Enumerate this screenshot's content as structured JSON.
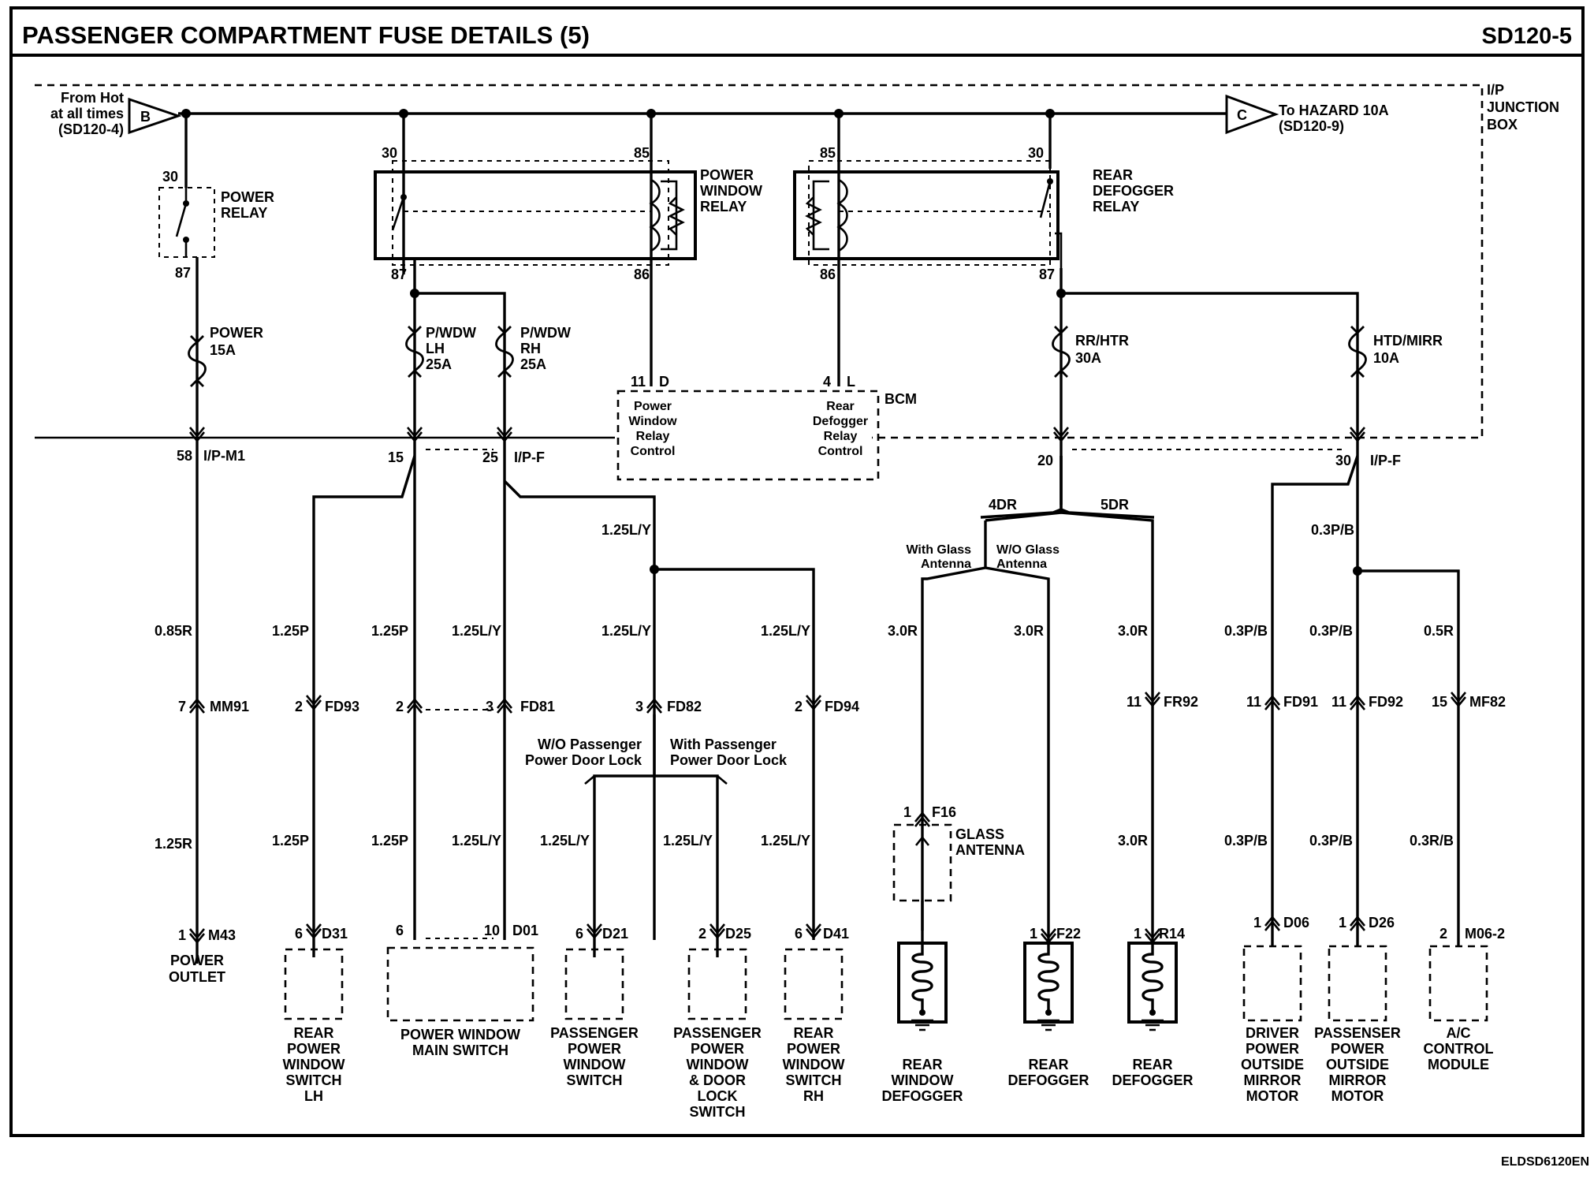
{
  "title": "PASSENGER COMPARTMENT FUSE DETAILS (5)",
  "page_code": "SD120-5",
  "footer_code": "ELDSD6120EN",
  "junction_box_label": [
    "I/P",
    "JUNCTION",
    "BOX"
  ],
  "source": {
    "connector": "B",
    "label": [
      "From Hot",
      "at all times",
      "(SD120-4)"
    ]
  },
  "destination": {
    "connector": "C",
    "label": [
      "To HAZARD 10A",
      "(SD120-9)"
    ]
  },
  "relays": {
    "power": {
      "name": [
        "POWER",
        "RELAY"
      ],
      "pin_top": "30",
      "pin_bottom": "87"
    },
    "power_window": {
      "name": [
        "POWER",
        "WINDOW",
        "RELAY"
      ],
      "pins": [
        "30",
        "85",
        "87",
        "86"
      ]
    },
    "rear_defogger": {
      "name": [
        "REAR",
        "DEFOGGER",
        "RELAY"
      ],
      "pins": [
        "85",
        "30",
        "86",
        "87"
      ]
    }
  },
  "fuses": [
    {
      "name": "POWER",
      "rating": "15A"
    },
    {
      "name": "P/WDW LH",
      "rating": "25A"
    },
    {
      "name": "P/WDW RH",
      "rating": "25A"
    },
    {
      "name": "RR/HTR",
      "rating": "30A"
    },
    {
      "name": "HTD/MIRR",
      "rating": "10A"
    }
  ],
  "bcm": {
    "label": "BCM",
    "pin_d": {
      "pin": "11",
      "letter": "D",
      "text": [
        "Power",
        "Window",
        "Relay",
        "Control"
      ]
    },
    "pin_l": {
      "pin": "4",
      "letter": "L",
      "text": [
        "Rear",
        "Defogger",
        "Relay",
        "Control"
      ]
    }
  },
  "jb_connectors": {
    "ipm1": {
      "pin": "58",
      "name": "I/P-M1"
    },
    "ipf_left": {
      "pins": [
        "15",
        "25"
      ],
      "name": "I/P-F"
    },
    "ipf_right": {
      "pins": [
        "20",
        "30"
      ],
      "name": "I/P-F"
    }
  },
  "variants": {
    "door": [
      "4DR",
      "5DR"
    ],
    "antenna": [
      [
        "With Glass",
        "Antenna"
      ],
      [
        "W/O Glass",
        "Antenna"
      ]
    ],
    "lock": [
      [
        "W/O Passenger",
        "Power Door Lock"
      ],
      [
        "With Passenger",
        "Power Door Lock"
      ]
    ]
  },
  "wires": {
    "power_outlet": [
      "0.85R",
      "1.25R"
    ],
    "rear_lh": [
      "1.25P",
      "1.25P"
    ],
    "main_sw_p": [
      "1.25P",
      "1.25P"
    ],
    "main_sw_ly": [
      "1.25L/Y",
      "1.25L/Y"
    ],
    "pass_trunk": "1.25L/Y",
    "pass_mid": "1.25L/Y",
    "pass_sw": "1.25L/Y",
    "pass_lock_sw": "1.25L/Y",
    "rear_rh": [
      "1.25L/Y",
      "1.25L/Y"
    ],
    "glass_ant": "3.0R",
    "defog_a": "3.0R",
    "defog_b": [
      "3.0R",
      "3.0R"
    ],
    "mirror_trunk": "0.3P/B",
    "drv_mirror": [
      "0.3P/B",
      "0.3P/B"
    ],
    "pas_mirror": [
      "0.3P/B",
      "0.3P/B"
    ],
    "ac": [
      "0.5R",
      "0.3R/B"
    ]
  },
  "inline_connectors": [
    {
      "pin": "7",
      "name": "MM91"
    },
    {
      "pin": "2",
      "name": "FD93"
    },
    {
      "pin": "2",
      "name": ""
    },
    {
      "pin": "3",
      "name": "FD81"
    },
    {
      "pin": "3",
      "name": "FD82"
    },
    {
      "pin": "2",
      "name": "FD94"
    },
    {
      "pin": "1",
      "name": "F16"
    },
    {
      "pin": "11",
      "name": "FR92"
    },
    {
      "pin": "11",
      "name": "FD91"
    },
    {
      "pin": "11",
      "name": "FD92"
    },
    {
      "pin": "15",
      "name": "MF82"
    }
  ],
  "components": [
    {
      "pin": "1",
      "conn": "M43",
      "name": [
        "POWER",
        "OUTLET"
      ]
    },
    {
      "pin": "6",
      "conn": "D31",
      "name": [
        "REAR",
        "POWER",
        "WINDOW",
        "SWITCH",
        "LH"
      ]
    },
    {
      "pin": "6",
      "pin2": "10",
      "conn": "D01",
      "name": [
        "POWER WINDOW",
        "MAIN SWITCH"
      ]
    },
    {
      "pin": "6",
      "conn": "D21",
      "name": [
        "PASSENGER",
        "POWER",
        "WINDOW",
        "SWITCH"
      ]
    },
    {
      "pin": "2",
      "conn": "D25",
      "name": [
        "PASSENGER",
        "POWER",
        "WINDOW",
        "& DOOR",
        "LOCK",
        "SWITCH"
      ]
    },
    {
      "pin": "6",
      "conn": "D41",
      "name": [
        "REAR",
        "POWER",
        "WINDOW",
        "SWITCH",
        "RH"
      ]
    },
    {
      "name": [
        "GLASS",
        "ANTENNA"
      ]
    },
    {
      "name": [
        "REAR",
        "WINDOW",
        "DEFOGGER"
      ]
    },
    {
      "pin": "1",
      "conn": "F22",
      "name": [
        "REAR",
        "DEFOGGER"
      ]
    },
    {
      "pin": "1",
      "conn": "R14",
      "name": [
        "REAR",
        "DEFOGGER"
      ]
    },
    {
      "pin": "1",
      "conn": "D06",
      "name": [
        "DRIVER",
        "POWER",
        "OUTSIDE",
        "MIRROR",
        "MOTOR"
      ]
    },
    {
      "pin": "1",
      "conn": "D26",
      "name": [
        "PASSENSER",
        "POWER",
        "OUTSIDE",
        "MIRROR",
        "MOTOR"
      ]
    },
    {
      "pin": "2",
      "conn": "M06-2",
      "name": [
        "A/C",
        "CONTROL",
        "MODULE"
      ]
    }
  ]
}
